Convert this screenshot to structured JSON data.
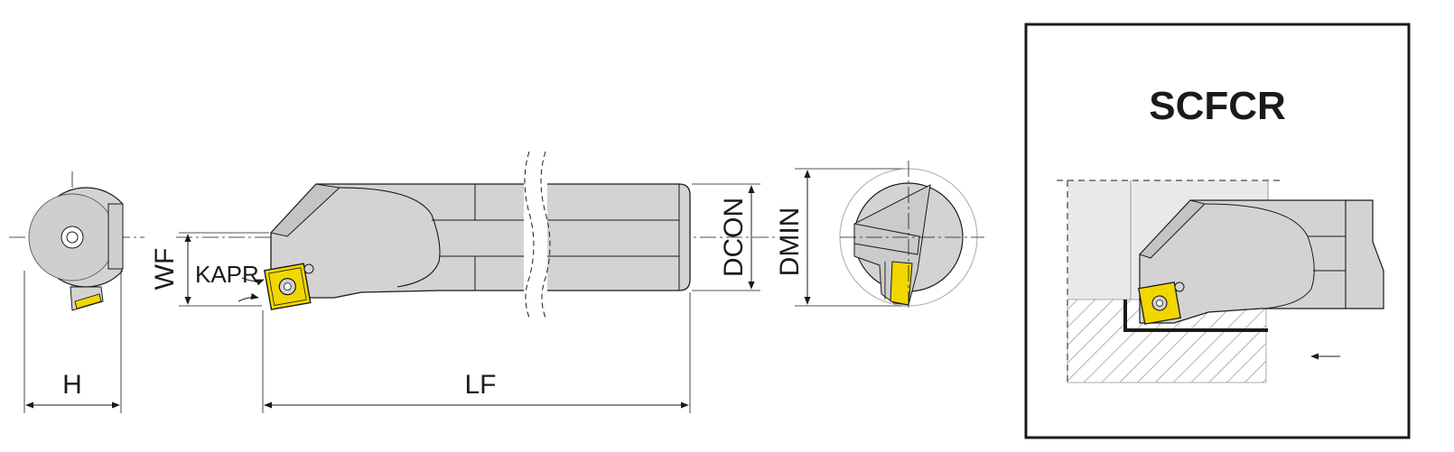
{
  "labels": {
    "h": "H",
    "wf": "WF",
    "kapr": "KAPR",
    "lf": "LF",
    "dcon": "DCON",
    "dmin": "DMIN"
  },
  "panel": {
    "title": "SCFCR"
  },
  "colors": {
    "body_gray": "#d3d3d3",
    "insert_yellow": "#f2d600",
    "line_dark": "#1a1a1a",
    "hatch_gray": "#909090"
  }
}
